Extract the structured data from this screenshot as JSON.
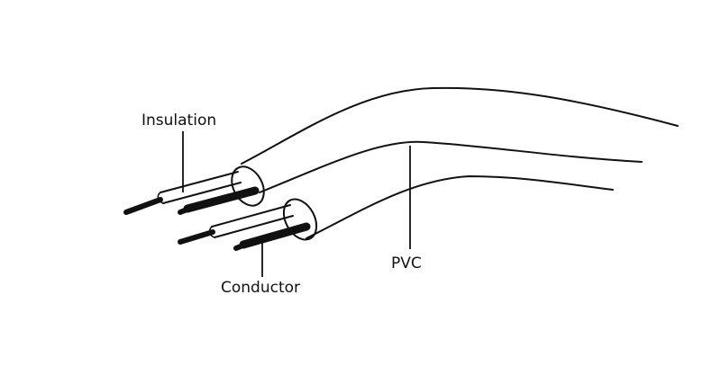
{
  "labels": {
    "insulation": "Insulation",
    "conductor": "Conductor",
    "pvc": "PVC"
  },
  "colors": {
    "background": "#ffffff",
    "ink": "#111111"
  }
}
